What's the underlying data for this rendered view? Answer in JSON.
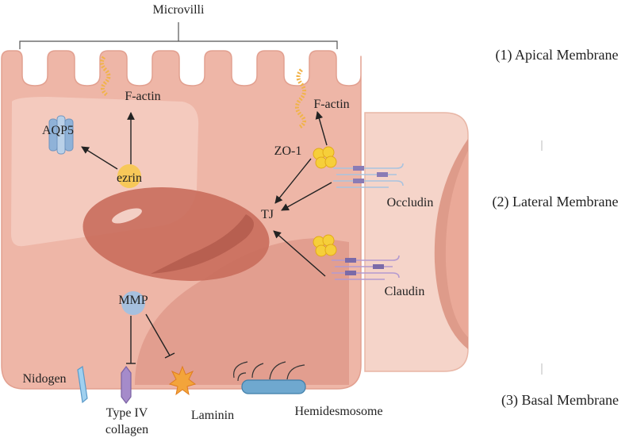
{
  "labels": {
    "microvilli": "Microvilli",
    "factin_left": "F-actin",
    "factin_right": "F-actin",
    "aqp5": "AQP5",
    "ezrin": "ezrin",
    "zo1": "ZO-1",
    "tj": "TJ",
    "occludin": "Occludin",
    "claudin": "Claudin",
    "mmp": "MMP",
    "nidogen": "Nidogen",
    "type_iv_line1": "Type IV",
    "type_iv_line2": "collagen",
    "laminin": "Laminin",
    "hemidesmosome": "Hemidesmosome"
  },
  "membranes": {
    "apical": "(1) Apical Membrane",
    "lateral": "(2) Lateral Membrane",
    "basal": "(3) Basal Membrane"
  },
  "colors": {
    "cell": "#eeb6a7",
    "cell_outline": "#e2a090",
    "nucleus": "#c96d5c",
    "neighbor_cell": "#f5d4c9",
    "ezrin": "#f7c848",
    "zo1": "#f6cf3a",
    "aqp5": "#9dbcdc",
    "claudin": "#b39ad0",
    "hemidesmosome": "#6fa8cf",
    "laminin": "#f3a43a"
  }
}
